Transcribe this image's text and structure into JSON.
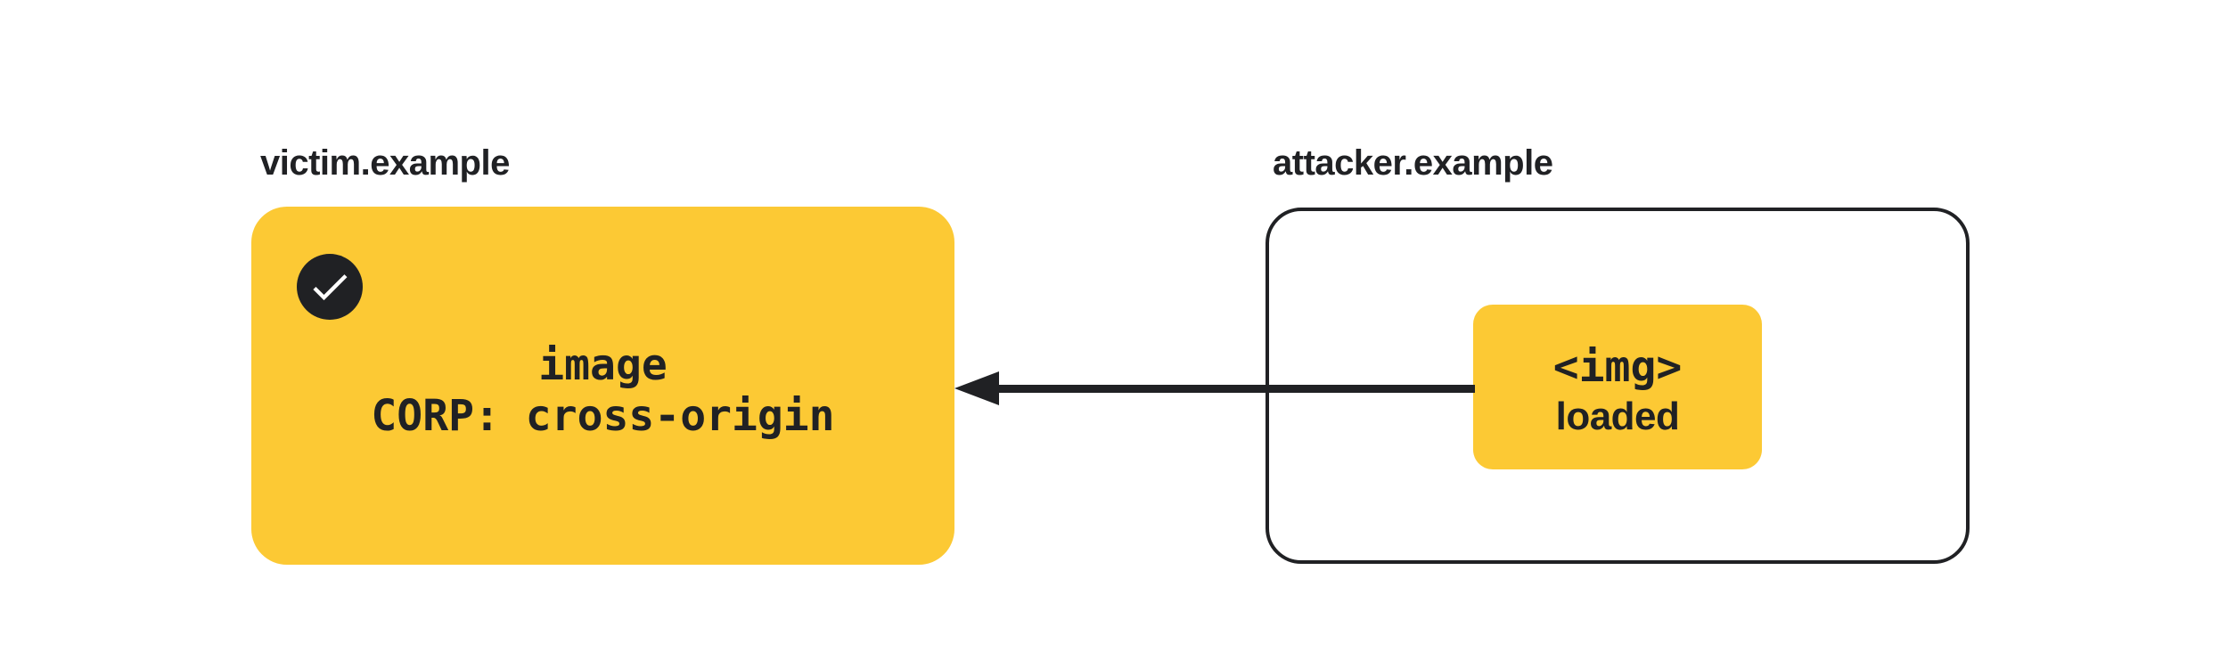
{
  "diagram": {
    "victim": {
      "domain_label": "victim.example",
      "card_lines": [
        "image",
        "CORP: cross-origin"
      ],
      "status_icon": "check-icon"
    },
    "attacker": {
      "domain_label": "attacker.example",
      "embed_card_lines": [
        "<img>",
        "loaded"
      ]
    },
    "arrow_icon": "left-arrow"
  },
  "colors": {
    "yellow": "#FCC934",
    "ink": "#202124",
    "background": "#FFFFFF"
  }
}
